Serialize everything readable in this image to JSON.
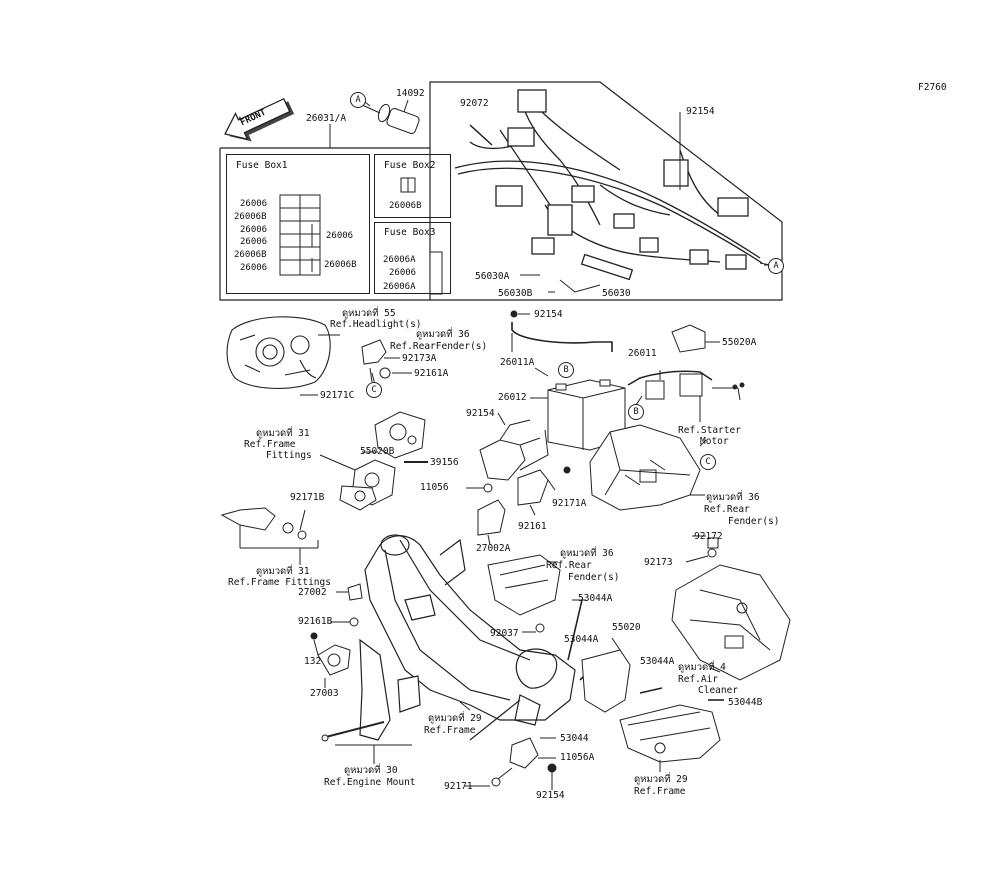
{
  "figure_code": "F2760",
  "front_label": "FRONT",
  "fuse_boxes": {
    "box1": {
      "title": "Fuse Box1",
      "left_items": [
        "26006",
        "26006B",
        "26006",
        "26006",
        "26006B",
        "26006"
      ],
      "right_items": [
        "26006",
        "26006B"
      ]
    },
    "box2": {
      "title": "Fuse Box2",
      "item": "26006B"
    },
    "box3": {
      "title": "Fuse Box3",
      "items": [
        "26006A",
        "26006",
        "26006A"
      ]
    }
  },
  "callouts": {
    "a1": "A",
    "a2": "A",
    "b1": "B",
    "b2": "B",
    "c1": "C",
    "c2": "C"
  },
  "parts": {
    "p14092": "14092",
    "p26031": "26031/A",
    "p92072": "92072",
    "p92154_top": "92154",
    "p56030A": "56030A",
    "p56030B": "56030B",
    "p56030": "56030",
    "p92154_mid": "92154",
    "p26011A": "26011A",
    "p55020A": "55020A",
    "p26011": "26011",
    "p26012": "26012",
    "p92154_batt": "92154",
    "p92173A": "92173A",
    "p92161A": "92161A",
    "p92171C": "92171C",
    "p55020B": "55020B",
    "p39156": "39156",
    "p11056": "11056",
    "p92171A": "92171A",
    "p92161": "92161",
    "p27002A": "27002A",
    "p92171B": "92171B",
    "p27002": "27002",
    "p92161B": "92161B",
    "p132": "132",
    "p27003": "27003",
    "p92172": "92172",
    "p92173": "92173",
    "p53044A_1": "53044A",
    "p92037": "92037",
    "p53044A_2": "53044A",
    "p55020": "55020",
    "p53044A_3": "53044A",
    "p53044B": "53044B",
    "p53044": "53044",
    "p11056A": "11056A",
    "p92171": "92171",
    "p92154_bot": "92154"
  },
  "references": {
    "headlight": {
      "group": "ดูหมวดที่ 55",
      "ref": "Ref.Headlight(s)"
    },
    "rearfender_top": {
      "group": "ดูหมวดที่ 36",
      "ref": "Ref.RearFender(s)"
    },
    "starter": {
      "line1": "Ref.Starter",
      "line2": "Motor"
    },
    "rearfender_right": {
      "group": "ดูหมวดที่ 36",
      "ref1": "Ref.Rear",
      "ref2": "Fender(s)"
    },
    "frame_fittings_upper": {
      "group": "ดูหมวดที่ 31",
      "ref1": "Ref.Frame",
      "ref2": "Fittings"
    },
    "frame_fittings_lower": {
      "group": "ดูหมวดที่ 31",
      "ref": "Ref.Frame Fittings"
    },
    "rearfender_mid": {
      "group": "ดูหมวดที่ 36",
      "ref1": "Ref.Rear",
      "ref2": "Fender(s)"
    },
    "air_cleaner": {
      "group": "ดูหมวดที่ 4",
      "ref1": "Ref.Air",
      "ref2": "Cleaner"
    },
    "frame_center": {
      "group": "ดูหมวดที่ 29",
      "ref": "Ref.Frame"
    },
    "engine_mount": {
      "group": "ดูหมวดที่ 30",
      "ref": "Ref.Engine Mount"
    },
    "frame_right": {
      "group": "ดูหมวดที่ 29",
      "ref": "Ref.Frame"
    }
  }
}
